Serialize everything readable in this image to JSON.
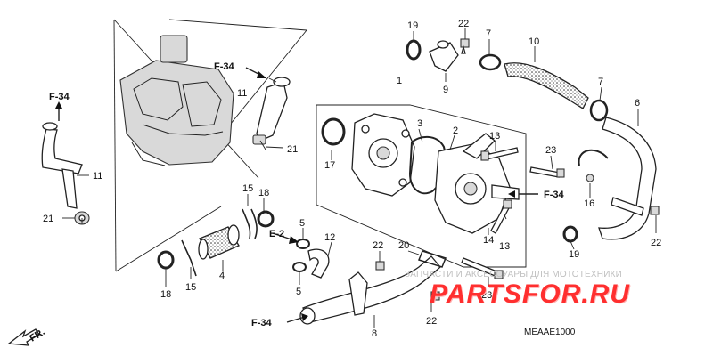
{
  "diagram": {
    "code": "MEAAE1000",
    "fr_label": "FR.",
    "labels": [
      {
        "id": "l1",
        "text": "1"
      },
      {
        "id": "l2",
        "text": "2"
      },
      {
        "id": "l3",
        "text": "3"
      },
      {
        "id": "l4",
        "text": "4"
      },
      {
        "id": "l5a",
        "text": "5"
      },
      {
        "id": "l5b",
        "text": "5"
      },
      {
        "id": "l6",
        "text": "6"
      },
      {
        "id": "l7a",
        "text": "7"
      },
      {
        "id": "l7b",
        "text": "7"
      },
      {
        "id": "l8",
        "text": "8"
      },
      {
        "id": "l9",
        "text": "9"
      },
      {
        "id": "l10",
        "text": "10"
      },
      {
        "id": "l11a",
        "text": "11"
      },
      {
        "id": "l11b",
        "text": "11"
      },
      {
        "id": "l12",
        "text": "12"
      },
      {
        "id": "l13a",
        "text": "13"
      },
      {
        "id": "l13b",
        "text": "13"
      },
      {
        "id": "l14",
        "text": "14"
      },
      {
        "id": "l15a",
        "text": "15"
      },
      {
        "id": "l15b",
        "text": "15"
      },
      {
        "id": "l16",
        "text": "16"
      },
      {
        "id": "l17",
        "text": "17"
      },
      {
        "id": "l18a",
        "text": "18"
      },
      {
        "id": "l18b",
        "text": "18"
      },
      {
        "id": "l19a",
        "text": "19"
      },
      {
        "id": "l19b",
        "text": "19"
      },
      {
        "id": "l20",
        "text": "20"
      },
      {
        "id": "l21a",
        "text": "21"
      },
      {
        "id": "l21b",
        "text": "21"
      },
      {
        "id": "l22a",
        "text": "22"
      },
      {
        "id": "l22b",
        "text": "22"
      },
      {
        "id": "l22c",
        "text": "22"
      },
      {
        "id": "l22d",
        "text": "22"
      },
      {
        "id": "l23a",
        "text": "23"
      },
      {
        "id": "l23b",
        "text": "23"
      }
    ],
    "references": [
      {
        "id": "r1",
        "text": "F-34"
      },
      {
        "id": "r2",
        "text": "F-34"
      },
      {
        "id": "r3",
        "text": "F-34"
      },
      {
        "id": "r4",
        "text": "F-34"
      },
      {
        "id": "r5",
        "text": "E-2"
      }
    ]
  },
  "watermark": {
    "small_text": "ЗАПЧАСТИ И АКСЕССУАРЫ ДЛЯ МОТОТЕХНИКИ",
    "big_text": "PARTSFOR.RU",
    "color": "#ff2f2f"
  }
}
